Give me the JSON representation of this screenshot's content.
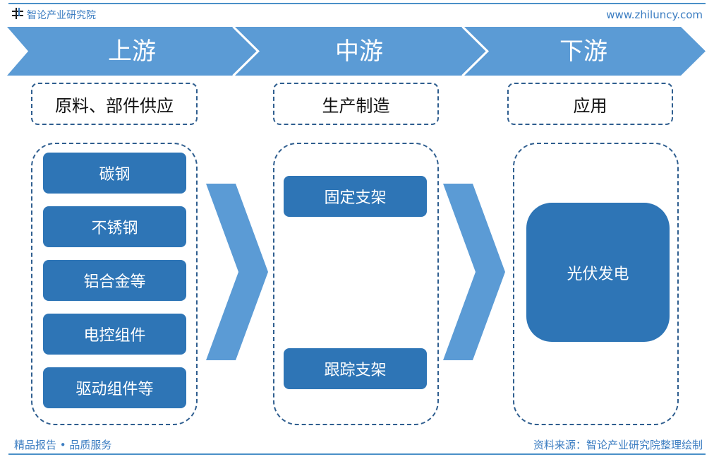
{
  "header": {
    "brand_name": "智论产业研究院",
    "website": "www.zhiluncy.com"
  },
  "stages": [
    {
      "title": "上游",
      "subtitle": "原料、部件供应"
    },
    {
      "title": "中游",
      "subtitle": "生产制造"
    },
    {
      "title": "下游",
      "subtitle": "应用"
    }
  ],
  "upstream_items": [
    "碳钢",
    "不锈钢",
    "铝合金等",
    "电控组件",
    "驱动组件等"
  ],
  "midstream_items": [
    "固定支架",
    "跟踪支架"
  ],
  "downstream_items": [
    "光伏发电"
  ],
  "footer": {
    "left": "精品报告 • 品质服务",
    "right": "资料来源：智论产业研究院整理绘制"
  },
  "colors": {
    "accent": "#3a7cc1",
    "chevron": "#5b9bd5",
    "pill": "#2e75b6",
    "border": "#2f5e8f"
  }
}
